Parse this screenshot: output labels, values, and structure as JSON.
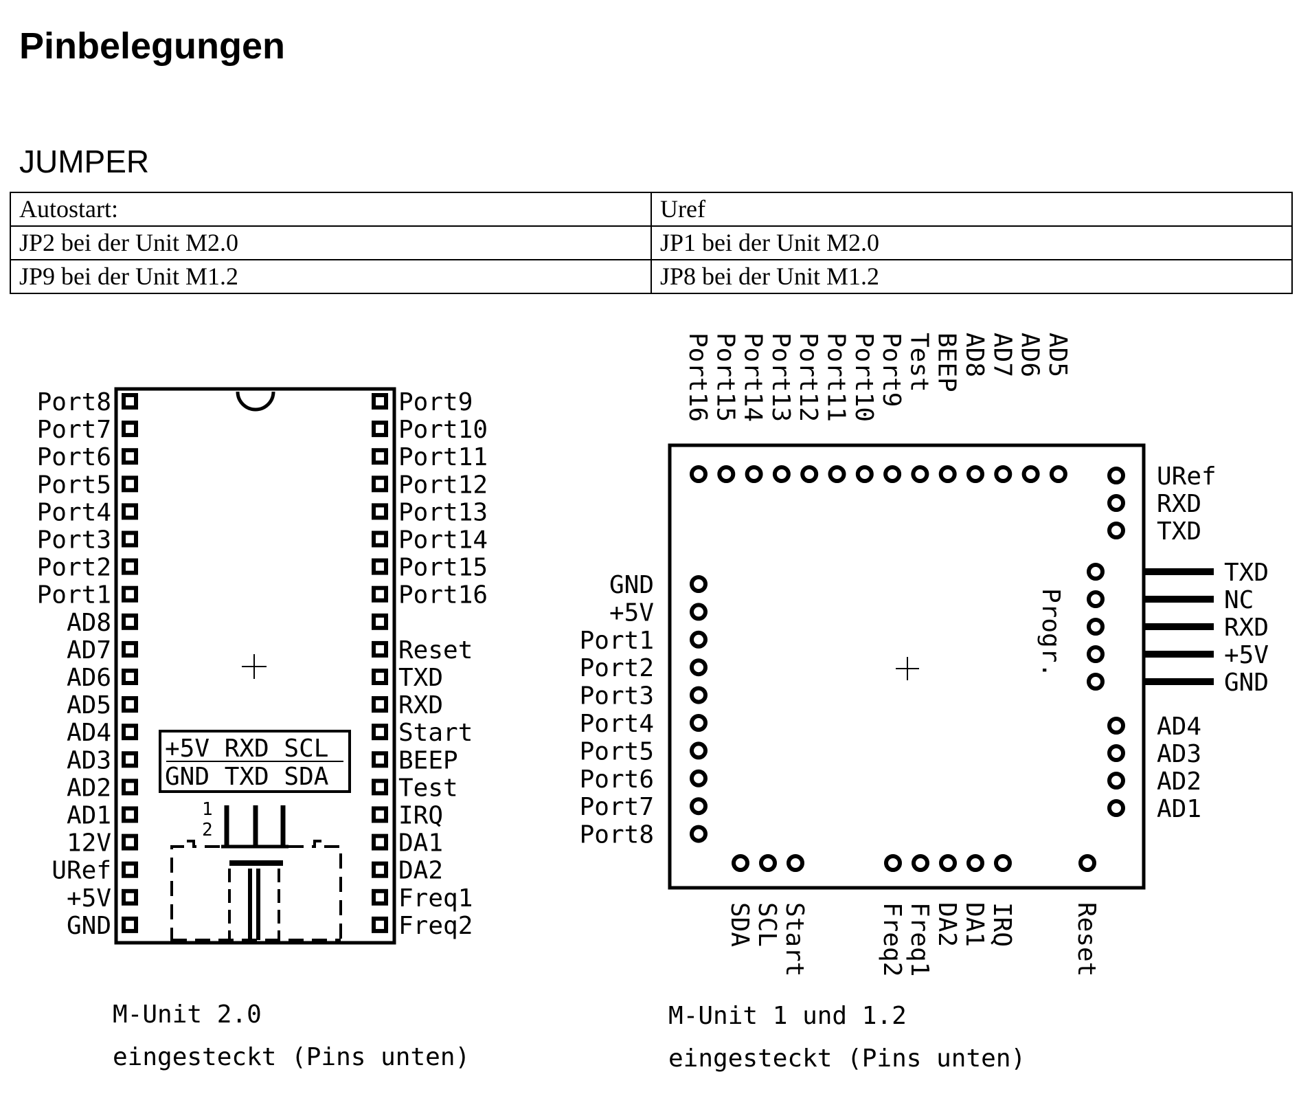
{
  "title": "Pinbelegungen",
  "jumper": {
    "heading": "JUMPER",
    "rows": [
      [
        "Autostart:",
        "Uref"
      ],
      [
        "JP2 bei der Unit M2.0",
        "JP1 bei der Unit M2.0"
      ],
      [
        "JP9 bei der Unit M1.2",
        "JP8 bei der Unit M1.2"
      ]
    ]
  },
  "m20": {
    "left_pins": [
      "Port8",
      "Port7",
      "Port6",
      "Port5",
      "Port4",
      "Port3",
      "Port2",
      "Port1",
      "AD8",
      "AD7",
      "AD6",
      "AD5",
      "AD4",
      "AD3",
      "AD2",
      "AD1",
      "12V",
      "URef",
      "+5V",
      "GND"
    ],
    "right_pins": [
      "Port9",
      "Port10",
      "Port11",
      "Port12",
      "Port13",
      "Port14",
      "Port15",
      "Port16",
      "",
      "Reset",
      "TXD",
      "RXD",
      "Start",
      "BEEP",
      "Test",
      "IRQ",
      "DA1",
      "DA2",
      "Freq1",
      "Freq2"
    ],
    "connector_row1": "+5V RXD SCL",
    "connector_row2": "GND TXD SDA",
    "jumper_num1": "1",
    "jumper_num2": "2",
    "caption_line1": "M-Unit 2.0",
    "caption_line2": "eingesteckt (Pins unten)"
  },
  "m12": {
    "top_pins": [
      "Port16",
      "Port15",
      "Port14",
      "Port13",
      "Port12",
      "Port11",
      "Port10",
      "Port9",
      "Test",
      "BEEP",
      "AD8",
      "AD7",
      "AD6",
      "AD5"
    ],
    "right_upper": [
      "URef",
      "RXD",
      "TXD"
    ],
    "prog_pins": [
      "TXD",
      "NC",
      "RXD",
      "+5V",
      "GND"
    ],
    "prog_label": "Progr.",
    "right_lower": [
      "AD4",
      "AD3",
      "AD2",
      "AD1"
    ],
    "left_pins": [
      "GND",
      "+5V",
      "Port1",
      "Port2",
      "Port3",
      "Port4",
      "Port5",
      "Port6",
      "Port7",
      "Port8"
    ],
    "bottom_group1": [
      "SDA",
      "SCL",
      "Start"
    ],
    "bottom_group2": [
      "Freq2",
      "Freq1",
      "DA2",
      "DA1",
      "IRQ"
    ],
    "bottom_reset": "Reset",
    "caption_line1": "M-Unit 1 und 1.2",
    "caption_line2": "eingesteckt (Pins unten)"
  }
}
